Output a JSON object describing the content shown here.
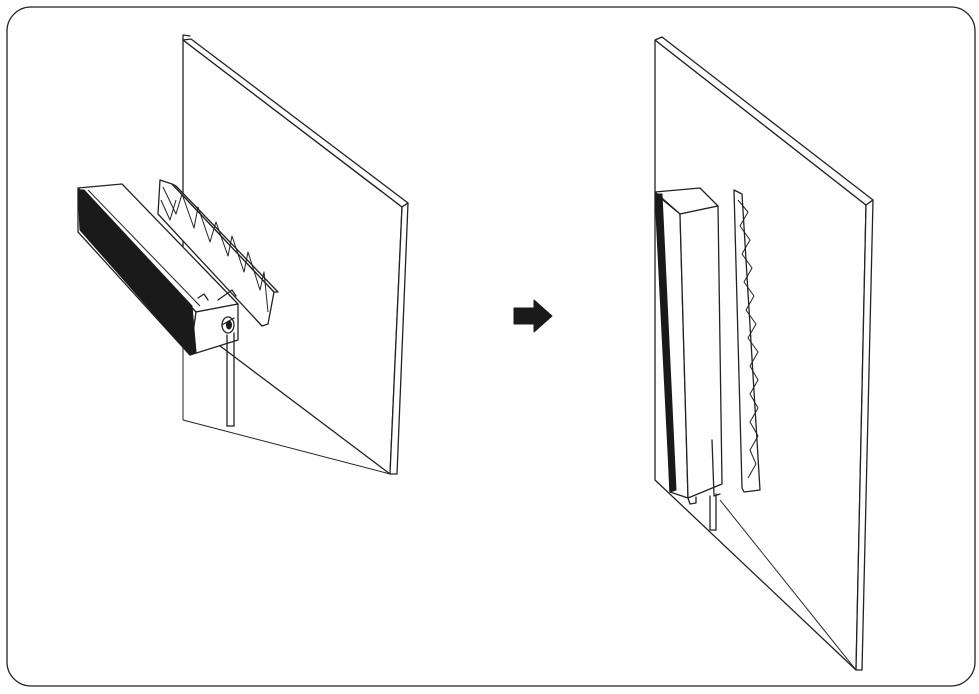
{
  "colors": {
    "stroke": "#222222",
    "fill": "#ffffff",
    "arrow": "#1a1a1a"
  },
  "icons": [
    "right-arrow-icon"
  ],
  "illustration": {
    "left_panel": {
      "device_orientation": "horizontal",
      "parts": [
        "wall-panel",
        "device-body",
        "mounting-bracket",
        "cable",
        "mounting-screw"
      ]
    },
    "right_panel": {
      "device_orientation": "vertical",
      "parts": [
        "wall-panel",
        "device-body",
        "mounting-bracket",
        "cable"
      ]
    }
  }
}
